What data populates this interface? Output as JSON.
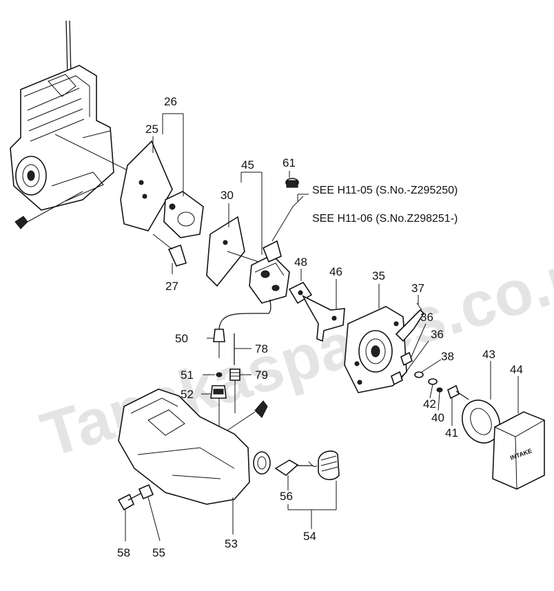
{
  "watermark": "Tanakaspares.co.uk",
  "notes": [
    "SEE H11-05 (S.No.-Z295250)",
    "SEE H11-06 (S.No.Z298251-)"
  ],
  "parts": {
    "p25": "25",
    "p26": "26",
    "p27": "27",
    "p30": "30",
    "p35": "35",
    "p36a": "36",
    "p36b": "36",
    "p37": "37",
    "p38": "38",
    "p40": "40",
    "p41": "41",
    "p42": "42",
    "p43": "43",
    "p44": "44",
    "p45": "45",
    "p46": "46",
    "p48": "48",
    "p50": "50",
    "p51": "51",
    "p52": "52",
    "p53": "53",
    "p54": "54",
    "p55": "55",
    "p56": "56",
    "p58": "58",
    "p61": "61",
    "p78": "78",
    "p79": "79"
  },
  "cover_text": "INTAKE"
}
